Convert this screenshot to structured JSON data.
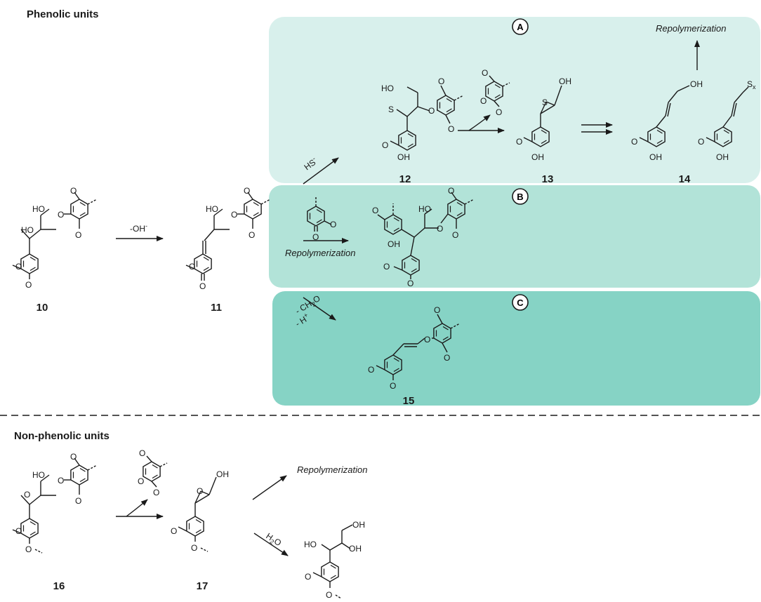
{
  "sections": {
    "phenolic_title": "Phenolic units",
    "nonphenolic_title": "Non-phenolic units"
  },
  "panels": {
    "A": "A",
    "B": "B",
    "C": "C"
  },
  "colors": {
    "panel_A": "#d8f0ec",
    "panel_B": "#b2e3d8",
    "panel_C": "#86d3c5",
    "ink": "#1a1a1a"
  },
  "compounds": {
    "c10": "10",
    "c11": "11",
    "c12": "12",
    "c13": "13",
    "c14": "14",
    "c15": "15",
    "c16": "16",
    "c17": "17"
  },
  "reagents": {
    "minus_oh": "-OH",
    "minus_oh_sup": "-",
    "hs": "HS",
    "hs_sup": "-",
    "minus_ch2o": "- CH",
    "ch2o_sub": "2",
    "ch2o_tail": "O",
    "minus_h": "- H",
    "h_sup": "+",
    "h2o_h": "H",
    "h2o_sub": "2",
    "h2o_o": "O"
  },
  "labels": {
    "repolymerization": "Repolymerization",
    "ho": "HO",
    "oh": "OH",
    "o": "O",
    "o_minus": "O",
    "s": "S",
    "sx": "S",
    "sx_sub": "x"
  }
}
